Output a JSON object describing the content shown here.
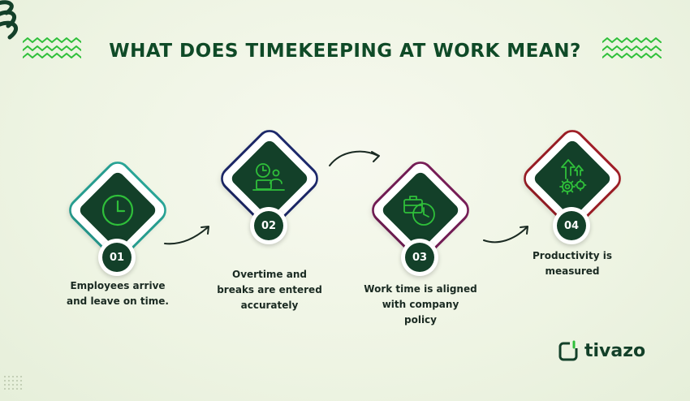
{
  "title": "WHAT DOES TIMEKEEPING AT WORK MEAN?",
  "colors": {
    "dark_green": "#134029",
    "title_green": "#0f4a27",
    "accent_green": "#2fbf3a",
    "teal": "#2aa89a",
    "navy": "#1e2a6e",
    "purple": "#7a1f5a",
    "red": "#a31f28"
  },
  "steps": [
    {
      "number": "01",
      "icon": "clock-icon",
      "caption_lines": [
        "Employees arrive",
        "and leave on time."
      ]
    },
    {
      "number": "02",
      "icon": "overtime-worker-icon",
      "caption_lines": [
        "Overtime and",
        "breaks are entered",
        "accurately"
      ]
    },
    {
      "number": "03",
      "icon": "briefcase-clock-icon",
      "caption_lines": [
        "Work time is aligned",
        "with company",
        "policy"
      ]
    },
    {
      "number": "04",
      "icon": "productivity-gears-icon",
      "caption_lines": [
        "Productivity is",
        "measured"
      ]
    }
  ],
  "logo": {
    "text": "tivazo",
    "icon": "tivazo-logo-icon"
  }
}
